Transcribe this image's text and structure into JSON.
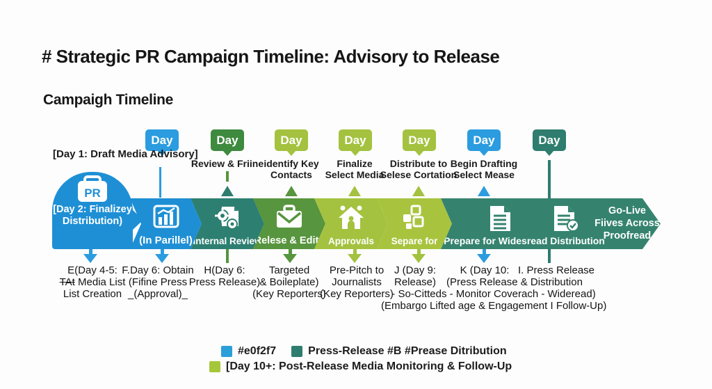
{
  "title": "# Strategic PR Campaign Timeline: Advisory to Release",
  "subtitle": "Campaigh Timeline",
  "badge_label": "Day",
  "milestones_top": {
    "day1": "[Day 1: Draft Media Advisory]",
    "m2": {
      "line1": "Review & Friine",
      "line2": ""
    },
    "m3": {
      "line1": "identify Key",
      "line2": "Contacts"
    },
    "m4": {
      "line1": "Finalize",
      "line2": "Select Media"
    },
    "m5": {
      "line1": "Distribute to",
      "line2": "Selese Cortation"
    },
    "m6": {
      "line1": "Begin Drafting",
      "line2": "Select Mease"
    }
  },
  "band": {
    "start": {
      "icon_text": "PR",
      "line1": "[Day 2: Finalizey",
      "line2": "Distribution)"
    },
    "seg2": {
      "label": "(In Parillel)"
    },
    "seg3": {
      "label": "Internal Review"
    },
    "seg4": {
      "label": "Relese & Edits"
    },
    "seg5": {
      "label": "Approvals"
    },
    "seg6": {
      "label": "Separe for"
    },
    "seg7": {
      "label": "Prepare for Widesread Distribution",
      "end_line1": "Go-Live",
      "end_line2": "Fiives Across",
      "end_line3": "Proofread"
    }
  },
  "annotations": {
    "e": {
      "line1": "E(Day 4-5:",
      "line2_strike": "TAt",
      "line2_rest": " Media List",
      "line3": "List Creation"
    },
    "f": {
      "line1": "F.Day 6: Obtain",
      "line2": "(Fifine Press",
      "line3": "_(Approval)_"
    },
    "h": {
      "line1": "H(Day 6:",
      "line2": "Press Release)"
    },
    "t": {
      "line1": "Targeted",
      "line2": "& Boileplate)",
      "line3": "(Key Reporters)"
    },
    "p": {
      "line1": "Pre-Pitch to",
      "line2": "Journalists",
      "line3": "(Key Reporters)"
    },
    "j": {
      "line1": "J (Day 9:",
      "line2": "Release)"
    },
    "k": {
      "line1": "K (Day 10:",
      "line2": "(Press Release & Distribution"
    },
    "i": {
      "line1": "I. Press Release"
    },
    "shared_line3": "- So-Citteds - Monitor Coverach - Wideread)",
    "shared_line4": "(Embargo Lifted age & Engagement I Follow-Up)"
  },
  "legend": {
    "item1": {
      "label": "#e0f2f7",
      "color": "#2b9fd8"
    },
    "item2": {
      "label": "Press-Release #B #Prease Ditribution",
      "color": "#2e7d6e"
    },
    "item3": {
      "label": "[Day 10+: Post-Release Media Monitoring & Follow-Up",
      "color": "#a5c73a"
    }
  },
  "colors": {
    "blue": "#2b9cdf",
    "dark_green": "#3e8a3e",
    "light_green": "#a4c23f",
    "teal": "#2e7d6e",
    "band_blue": "#1e8fd5",
    "band_teal_mid": "#2d7f71",
    "band_green": "#57953e",
    "band_teal_long": "#35836f"
  }
}
